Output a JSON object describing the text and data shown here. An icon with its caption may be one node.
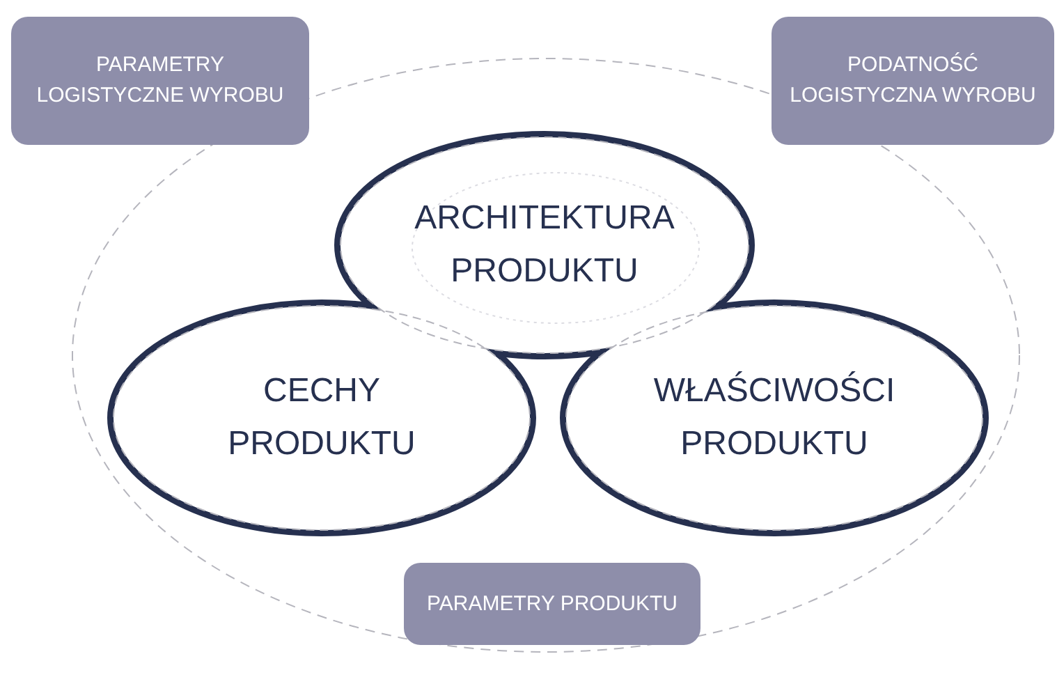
{
  "diagram": {
    "nodes": [
      {
        "text": [
          "PARAMETRY LOGISTYCZNE WYROBU"
        ]
      },
      {
        "text": [
          "PODATNOŚĆ LOGISTYCZNA WYROBU"
        ]
      },
      {
        "text": [
          "ARCHITEKTURA PRODUKTU"
        ]
      },
      {
        "text": [
          "CECHY PRODUKTU"
        ]
      },
      {
        "text": [
          "WŁAŚCIWOŚCI PRODUKTU"
        ]
      },
      {
        "text": [
          "PARAMETRY PRODUKTU"
        ]
      }
    ]
  }
}
